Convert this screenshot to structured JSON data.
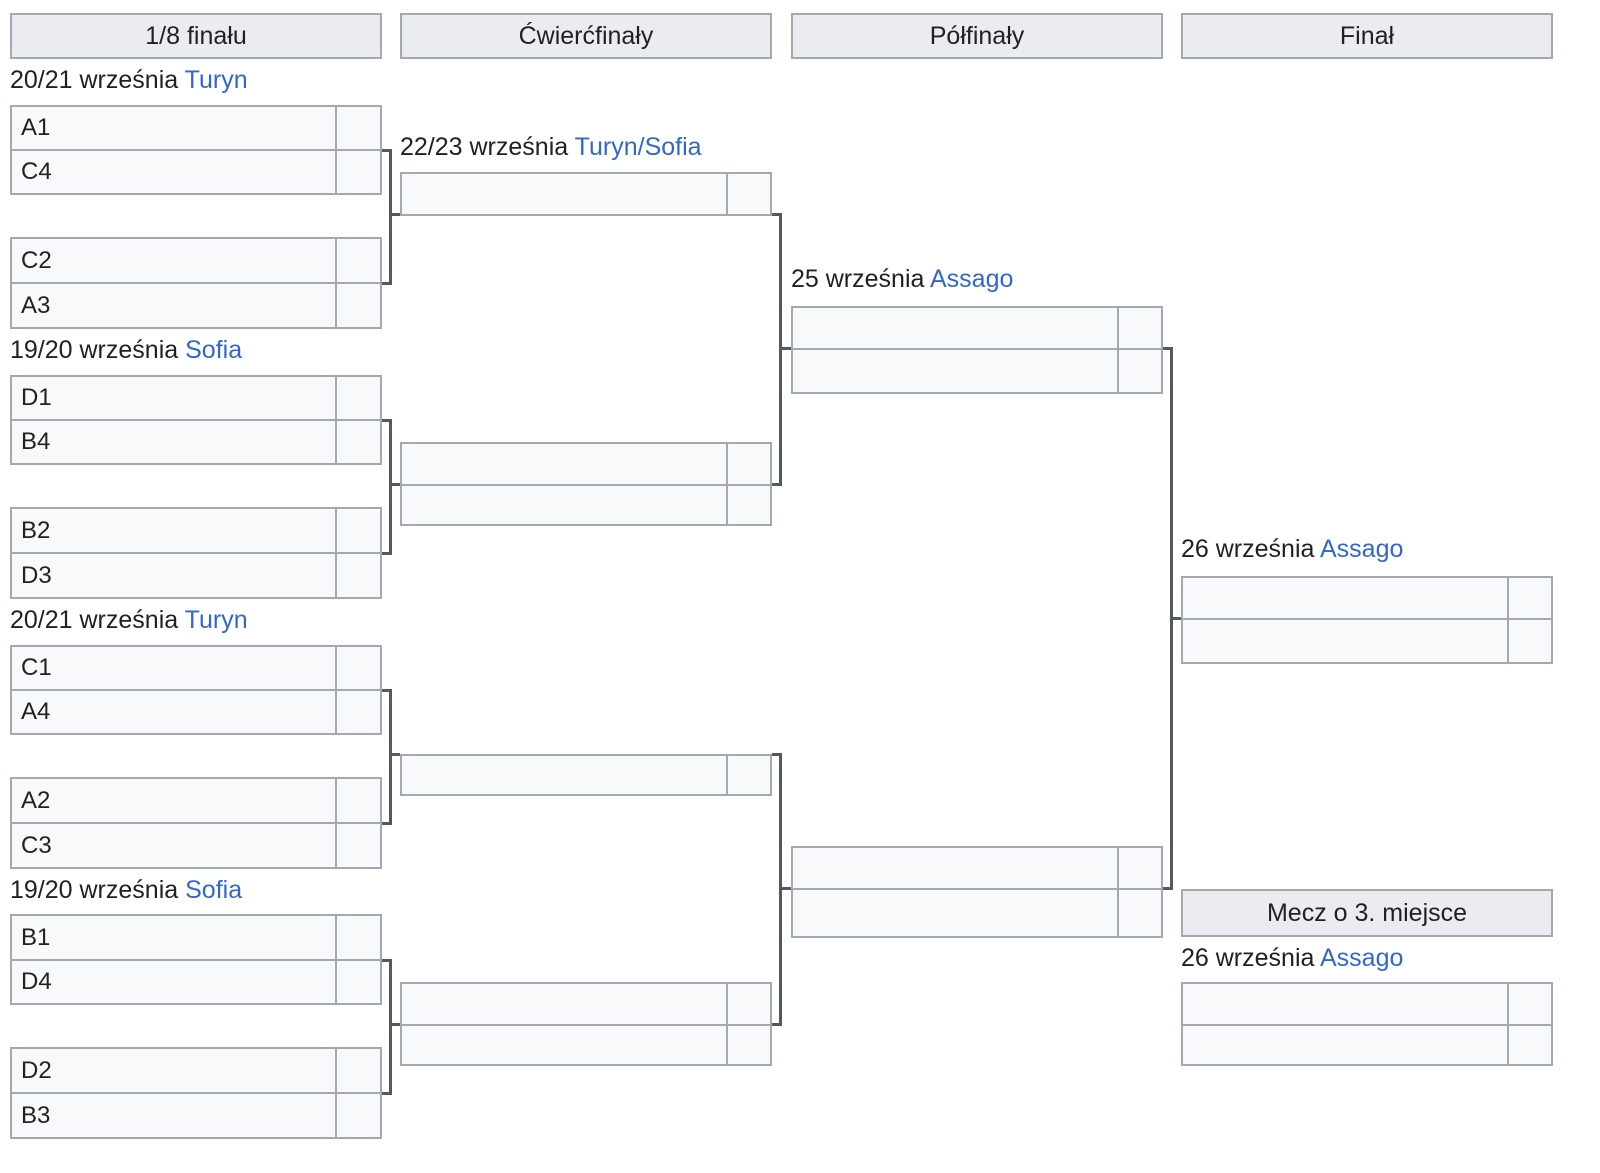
{
  "headers": {
    "round_of_16": "1/8 finału",
    "quarterfinals": "Ćwierćfinały",
    "semifinals": "Półfinały",
    "final": "Finał",
    "third_place": "Mecz o 3. miejsce"
  },
  "round_of_16": [
    {
      "date": "20/21 września",
      "venue": "Turyn",
      "matches": [
        [
          "A1",
          "C4"
        ],
        [
          "C2",
          "A3"
        ]
      ]
    },
    {
      "date": "19/20 września",
      "venue": "Sofia",
      "matches": [
        [
          "D1",
          "B4"
        ],
        [
          "B2",
          "D3"
        ]
      ]
    },
    {
      "date": "20/21 września",
      "venue": "Turyn",
      "matches": [
        [
          "C1",
          "A4"
        ],
        [
          "A2",
          "C3"
        ]
      ]
    },
    {
      "date": "19/20 września",
      "venue": "Sofia",
      "matches": [
        [
          "B1",
          "D4"
        ],
        [
          "D2",
          "B3"
        ]
      ]
    }
  ],
  "quarterfinals": {
    "date": "22/23 września",
    "venue": "Turyn/Sofia"
  },
  "semifinals": {
    "date": "25 września",
    "venue": "Assago"
  },
  "final": {
    "date": "26 września",
    "venue": "Assago"
  },
  "third_place": {
    "date": "26 września",
    "venue": "Assago"
  },
  "colors": {
    "link": "#3366cc",
    "header_bg": "#eaecf0",
    "border": "#a2a9b1",
    "cell_bg": "#f8f9fa",
    "connector": "#54595d"
  }
}
